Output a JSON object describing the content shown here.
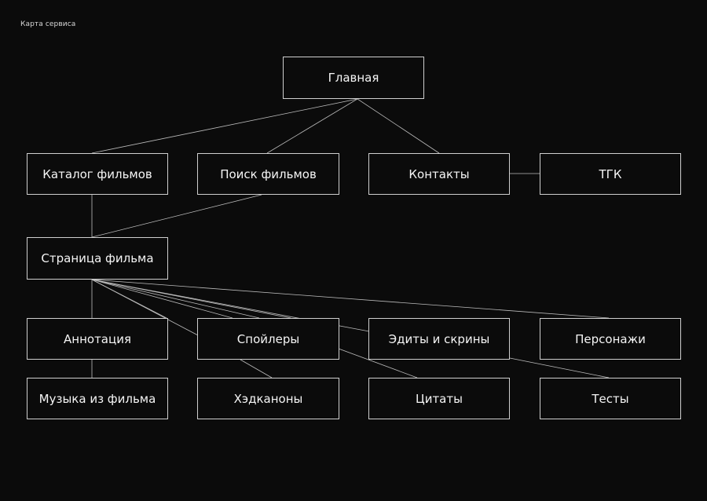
{
  "page_label": "Карта сервиса",
  "nodes": {
    "home": "Главная",
    "catalog": "Каталог фильмов",
    "search": "Поиск фильмов",
    "contacts": "Контакты",
    "tgk": "ТГК",
    "film_page": "Страница фильма",
    "annotation": "Аннотация",
    "spoilers": "Спойлеры",
    "edits": "Эдиты и скрины",
    "characters": "Персонажи",
    "music": "Музыка из фильма",
    "headcanons": "Хэдканоны",
    "quotes": "Цитаты",
    "tests": "Тесты"
  },
  "colors": {
    "background": "#0b0b0b",
    "box_border": "#cfcfcf",
    "line": "#bdbdbd",
    "text": "#f5f5f5"
  }
}
